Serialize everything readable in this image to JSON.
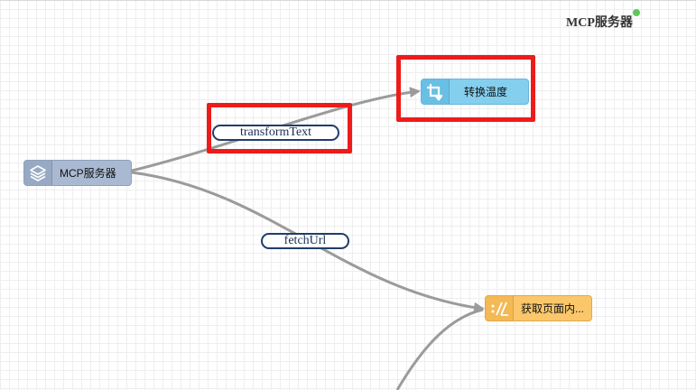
{
  "panel": {
    "title": "MCP服务器",
    "status_color": "#5cc85c"
  },
  "nodes": {
    "server": {
      "label": "MCP服务器",
      "icon": "layers-icon",
      "color": "#a9b9d1"
    },
    "transform": {
      "label": "转换温度",
      "icon": "crop-rotate-icon",
      "color": "#85cfee"
    },
    "fetch": {
      "label": "获取页面内...",
      "icon": "code-slash-icon",
      "color": "#fbc76a"
    }
  },
  "edges": {
    "transform": {
      "label": "transformText",
      "from": "server",
      "to": "transform"
    },
    "fetch": {
      "label": "fetchUrl",
      "from": "server",
      "to": "fetch"
    }
  },
  "highlights": {
    "color": "#ee1b1b",
    "targets": [
      "transform-node",
      "transformText-label"
    ]
  }
}
